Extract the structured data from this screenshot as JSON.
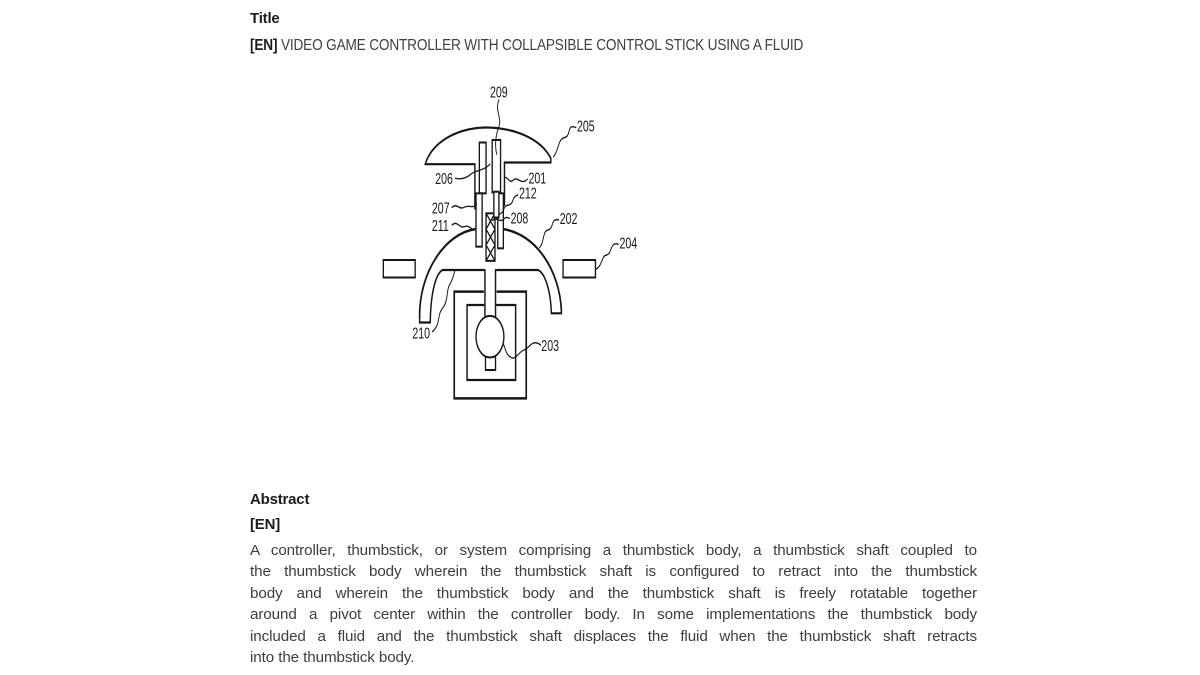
{
  "title_section": {
    "heading": "Title",
    "lang_tag": "[EN]",
    "title_text": "VIDEO GAME CONTROLLER WITH COLLAPSIBLE CONTROL STICK USING A FLUID"
  },
  "figure": {
    "labels": [
      "209",
      "205",
      "206",
      "201",
      "212",
      "207",
      "208",
      "211",
      "202",
      "204",
      "210",
      "203"
    ]
  },
  "abstract_section": {
    "heading": "Abstract",
    "lang_tag": "[EN]",
    "lines": [
      "A controller, thumbstick, or system comprising a thumbstick body, a thumbstick shaft coupled to",
      "the thumbstick body wherein the thumbstick shaft is configured to retract into the thumbstick",
      "body and wherein the thumbstick body and the thumbstick shaft is freely rotatable together",
      "around a pivot center within the controller body. In some implementations the thumbstick body",
      "included a fluid and the thumbstick shaft displaces the fluid when the thumbstick shaft retracts",
      "into the thumbstick body."
    ]
  },
  "colors": {
    "background": "#ffffff",
    "heading_text": "#1c1c1c",
    "body_text": "#3d3d3d",
    "figure_line": "#161616"
  }
}
